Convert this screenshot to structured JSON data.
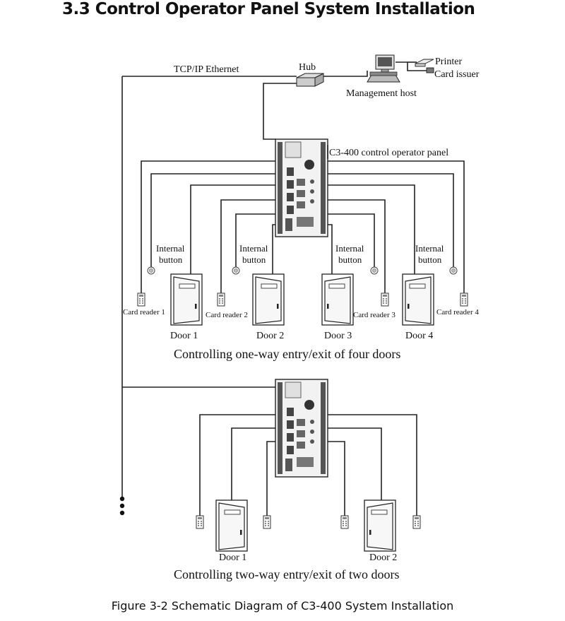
{
  "heading": "3.3 Control Operator Panel System Installation",
  "caption": "Figure 3-2 Schematic Diagram of C3-400 System Installation",
  "network": {
    "ethernet_label": "TCP/IP Ethernet",
    "hub_label": "Hub",
    "host_label": "Management host",
    "printer_label": "Printer",
    "card_issuer_label": "Card issuer"
  },
  "diagram1": {
    "panel_label": "C3-400 control operator panel",
    "internal_button_line1": "Internal",
    "internal_button_line2": "button",
    "card_reader_1": "Card reader 1",
    "card_reader_2": "Card reader 2",
    "card_reader_3": "Card reader 3",
    "card_reader_4": "Card reader 4",
    "door_1": "Door 1",
    "door_2": "Door 2",
    "door_3": "Door 3",
    "door_4": "Door 4",
    "title": "Controlling one-way entry/exit of four doors"
  },
  "diagram2": {
    "door_1": "Door 1",
    "door_2": "Door 2",
    "title": "Controlling two-way entry/exit of two doors"
  },
  "icons": [
    "printer-icon",
    "card-issuer-icon",
    "computer-icon",
    "hub-icon",
    "control-panel-board",
    "card-reader-icon",
    "push-button-icon",
    "door-icon",
    "ellipsis-dots"
  ]
}
